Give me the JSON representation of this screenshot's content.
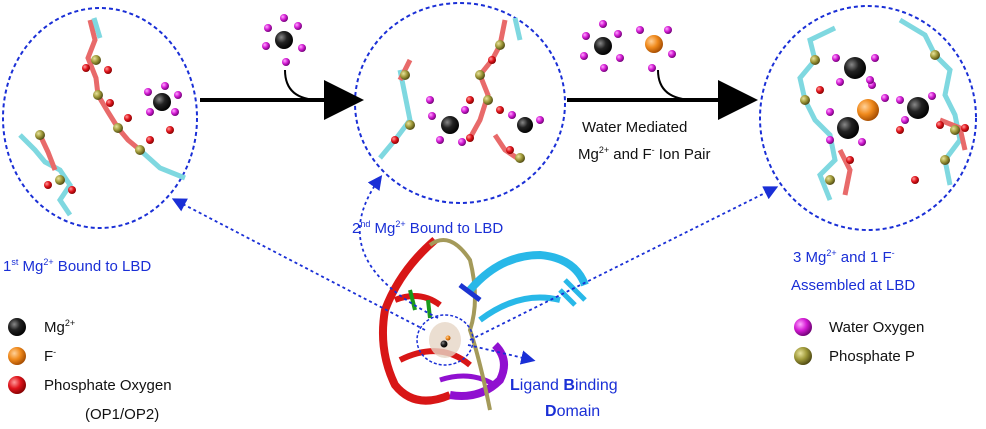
{
  "stages": [
    {
      "base": "1",
      "ord": "st",
      "mg": "Mg",
      "charge": "2+",
      "rest": " Bound to LBD"
    },
    {
      "base": "2",
      "ord": "nd",
      "mg": "Mg",
      "charge": "2+",
      "rest": " Bound to LBD"
    },
    {
      "line1_a": "3 Mg",
      "line1_charge": "2+",
      "line1_b": " and 1 F",
      "line1_charge2": "-",
      "line2": "Assembled at LBD"
    }
  ],
  "arrow_caption": {
    "line1": "Water Mediated",
    "line2_a": "Mg",
    "line2_charge": "2+",
    "line2_b": " and F",
    "line2_charge2": "-",
    "line2_c": " Ion Pair"
  },
  "lbd_label": {
    "line1_L": "L",
    "line1_a": "igand ",
    "line1_B": "B",
    "line1_b": "inding",
    "line2_D": "D",
    "line2_a": "omain"
  },
  "legend_left": [
    {
      "label": "Mg",
      "sup": "2+",
      "color": "#111111",
      "icon": "black-sphere-icon"
    },
    {
      "label": "F",
      "sup": "-",
      "color": "#e8801a",
      "icon": "orange-sphere-icon"
    },
    {
      "label": "Phosphate Oxygen",
      "sup": "",
      "color": "#e0141c",
      "icon": "red-sphere-icon"
    },
    {
      "label": "(OP1/OP2)",
      "sup": "",
      "color": "",
      "icon": ""
    }
  ],
  "legend_right": [
    {
      "label": "Water Oxygen",
      "color": "#d41cd4",
      "icon": "magenta-sphere-icon"
    },
    {
      "label": "Phosphate P",
      "color": "#a09a3a",
      "icon": "olive-sphere-icon"
    }
  ],
  "colors": {
    "dashed_circle": "#1a2fd6",
    "arrow": "#000000",
    "backbone_cyan": "#7fd8e0",
    "backbone_red": "#e86a6a",
    "phosphate": "#8a7d3c",
    "water": "#d41cd4",
    "mg": "#111111",
    "fluoride": "#e8801a"
  }
}
